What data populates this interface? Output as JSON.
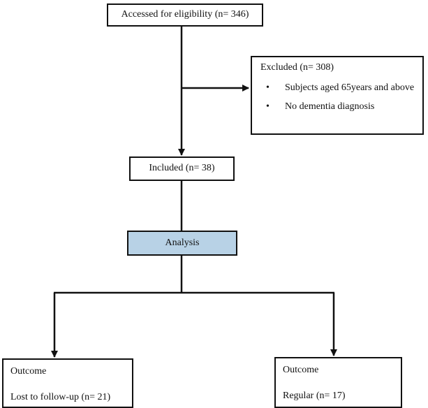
{
  "flowchart": {
    "eligibility": "Accessed for eligibility (n= 346)",
    "excluded": {
      "title": "Excluded (n= 308)",
      "items": [
        "Subjects aged 65years and above",
        "No dementia diagnosis"
      ]
    },
    "included": "Included (n= 38)",
    "analysis": "Analysis",
    "outcome_left": {
      "title": "Outcome",
      "text": "Lost to follow-up (n= 21)"
    },
    "outcome_right": {
      "title": "Outcome",
      "text": "Regular (n= 17)"
    }
  },
  "colors": {
    "analysis_fill": "#b8d2e6",
    "lines": "#111111"
  }
}
